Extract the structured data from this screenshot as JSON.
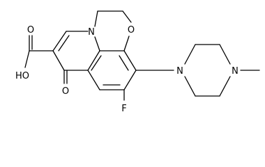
{
  "molecule": {
    "atom_labels": {
      "ring_nitrogen": "N",
      "ring_oxygen": "O",
      "acid_hydroxyl": "HO",
      "acid_carbonyl_oxygen": "O",
      "keto_oxygen": "O",
      "fluorine": "F",
      "piperazine_n1": "N",
      "piperazine_n4": "N"
    }
  }
}
